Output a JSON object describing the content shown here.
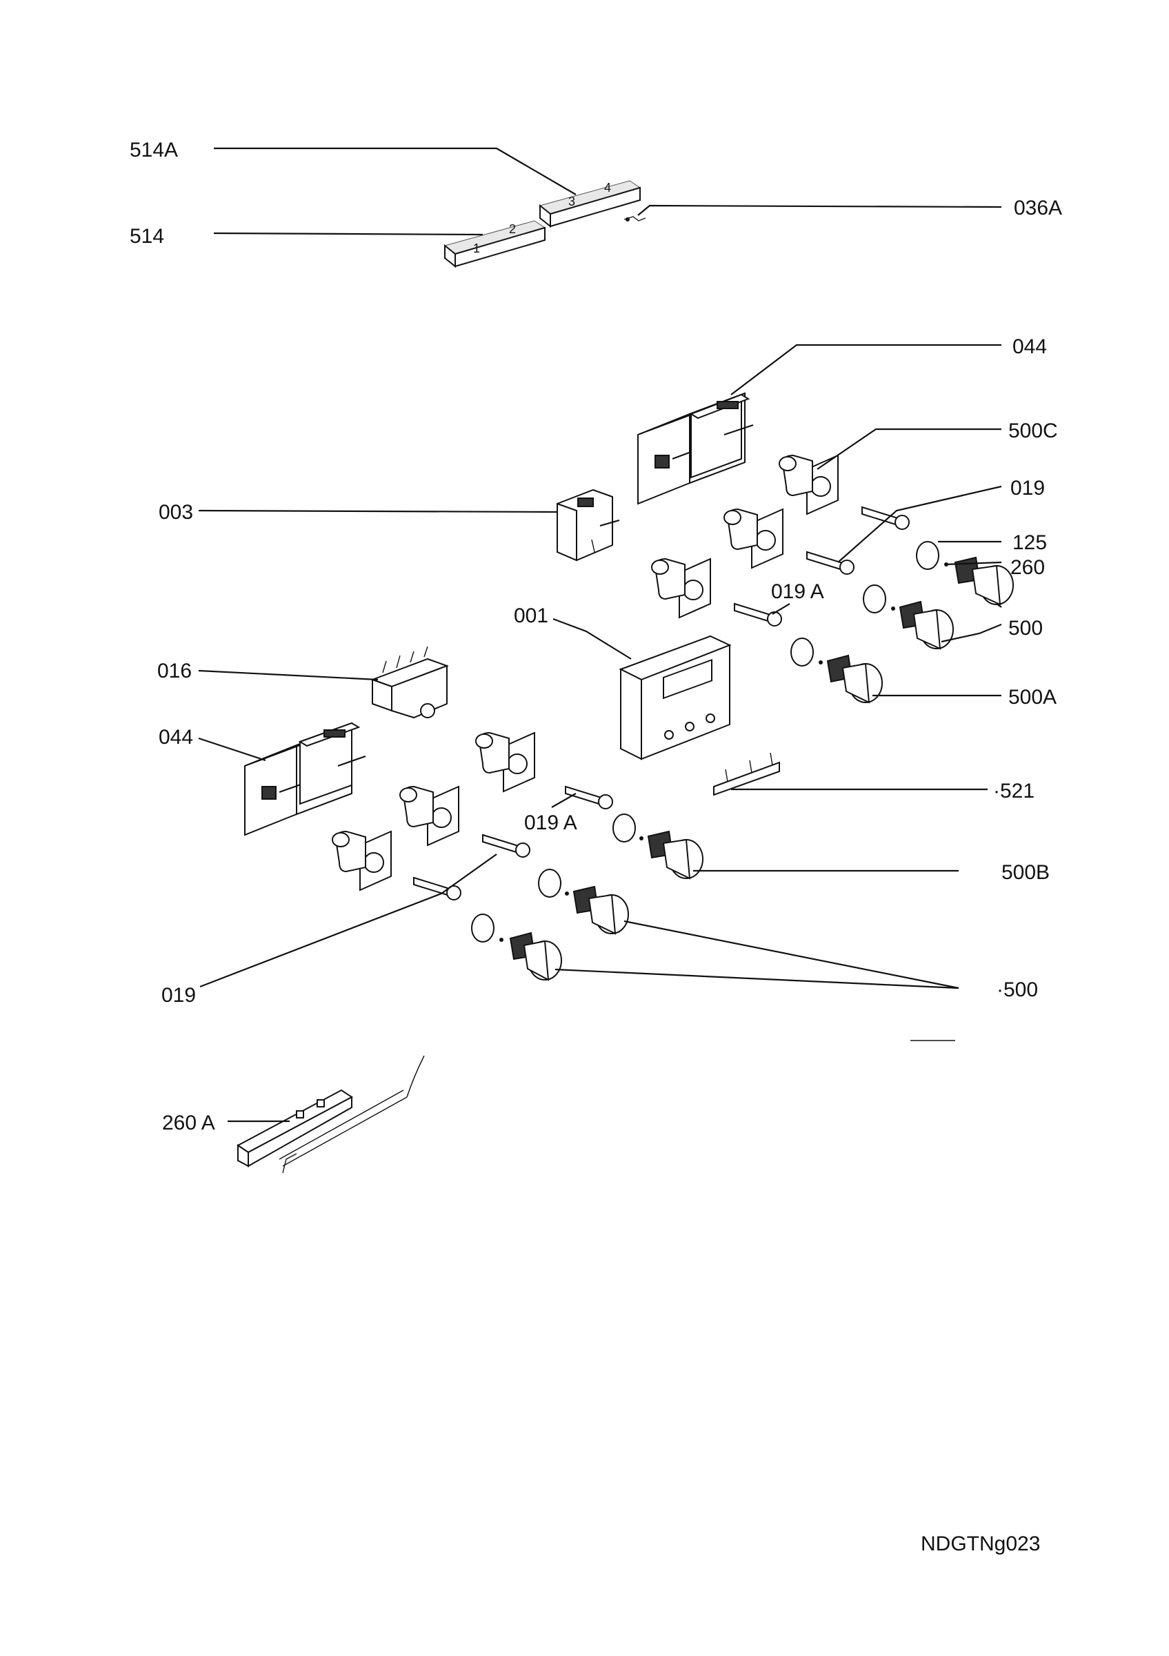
{
  "diagram": {
    "labels": {
      "l514A": "514A",
      "l514": "514",
      "l036A": "036A",
      "l044a": "044",
      "l500C": "500C",
      "l003": "003",
      "l019a": "019",
      "l125": "125",
      "l260": "260",
      "l019Aa": "019 A",
      "l500a": "500",
      "l001": "001",
      "l016": "016",
      "l500A": "500A",
      "l044b": "044",
      "l521": "·521",
      "l019Ab": "019 A",
      "l500B": "500B",
      "l019b": "019",
      "l500b": "·500",
      "l260A": "260 A"
    },
    "component_text": {
      "cap1": "1",
      "cap2": "2",
      "cap3": "3",
      "cap4": "4"
    },
    "code": "NDGTNg023"
  }
}
